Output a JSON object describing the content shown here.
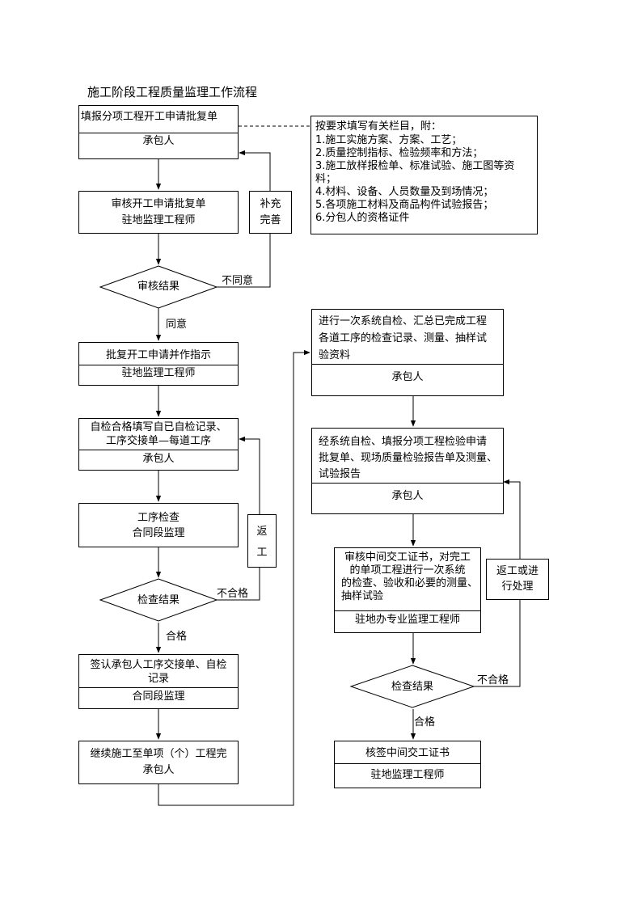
{
  "title": "施工阶段工程质量监理工作流程",
  "left": {
    "b1": {
      "line1": "填报分项工程开工申请批复单",
      "role": "承包人"
    },
    "b2": {
      "line1": "审核开工申请批复单",
      "role": "驻地监理工程师"
    },
    "supplement": {
      "line1": "补充",
      "line2": "完善"
    },
    "d1": {
      "label": "审核结果",
      "no": "不同意",
      "yes": "同意"
    },
    "b3": {
      "line1": "批复开工申请并作指示",
      "role": "驻地监理工程师"
    },
    "b4": {
      "line1": "自检合格填写自已自检记录、",
      "line2": "工序交接单—每道工序",
      "role": "承包人"
    },
    "b5": {
      "line1": "工序检查",
      "role": "合同段监理"
    },
    "rework": {
      "line1": "返",
      "line2": "工"
    },
    "d2": {
      "label": "检查结果",
      "no": "不合格",
      "yes": "合格"
    },
    "b6": {
      "line1": "签认承包人工序交接单、自检",
      "line2": "记录",
      "role": "合同段监理"
    },
    "b7": {
      "line1": "继续施工至单项（个）工程完",
      "role": "承包人"
    }
  },
  "note": {
    "lines": [
      "按要求填写有关栏目，附：",
      "1.施工实施方案、方案、工艺；",
      "2.质量控制指标、检验频率和方法；",
      "3.施工放样报检单、标准试验、施工图等资",
      "料；",
      "4.材料、设备、人员数量及到场情况；",
      "5.各项施工材料及商品构件试验报告；",
      "6.分包人的资格证件"
    ]
  },
  "right": {
    "r1": {
      "line1": "进行一次系统自检、汇总已完成工程",
      "line2": "各道工序的检查记录、测量、抽样试",
      "line3": "验资料",
      "role": "承包人"
    },
    "r2": {
      "line1": "经系统自检、填报分项工程检验申请",
      "line2": "批复单、现场质量检验报告单及测量、",
      "line3": "试验报告",
      "role": "承包人"
    },
    "r3": {
      "line1": "审核中间交工证书，对完工",
      "line2": "的单项工程进行一次系统",
      "line3": "的检查、验收和必要的测量、",
      "line4": "抽样试验",
      "role": "驻地办专业监理工程师"
    },
    "rework2": {
      "line1": "返工或进",
      "line2": "行处理"
    },
    "d3": {
      "label": "检查结果",
      "no": "不合格",
      "yes": "合格"
    },
    "r4": {
      "line1": "核签中间交工证书",
      "role": "驻地监理工程师"
    }
  }
}
